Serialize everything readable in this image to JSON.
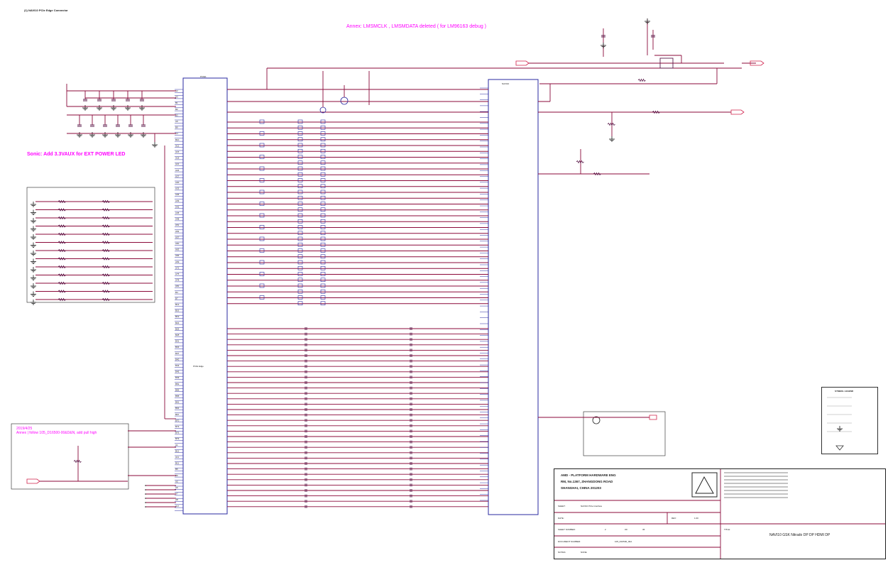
{
  "header": {
    "sheet_label": "(1) NAVI10 PCIe Edge Connector",
    "annotation_top": "Annex: LMSMCLK , LMSMDATA deleted ( for LM96163 debug )",
    "annotation_power": "Sonic: Add 3.3VAUX for EXT POWER LED",
    "annotation_pull_line1": "2019/4/25",
    "annotation_pull_line2": "Annex | follow 105_D16500-00&D&N, add pull high"
  },
  "title_block": {
    "company_line1": "AMD - PLATFORM HARDWARE ENG",
    "company_line2": "RM, No.1367, ZHANGDONG ROAD",
    "company_line3": "SHANGHAI, CHINA 201203",
    "sheet_field_label": "SHEET:",
    "sheet_field_value": "NAVI10 PCIe Interface",
    "date_label": "DATE:",
    "rev_label": "REV:",
    "rev_value": "1.00",
    "sheet_number_label": "SHEET NUMBER:",
    "sheet_number": "2",
    "of_label": "OF",
    "sheet_total": "36",
    "doc_label": "DOCUMENT NUMBER:",
    "doc_number": "105_D16500_00A",
    "notes_label": "NOTES:",
    "notes_value": "NONE",
    "title_label": "TITLE:",
    "title_value": "NAVI10 GSK Nitrado DP DP HDMI DP"
  },
  "legend": {
    "title": "SYMBOL LEGEND"
  },
  "connectors": {
    "left_main": "PCIE1",
    "left_mid_label": "PCIE Edge",
    "right_main": "NAVI10"
  },
  "colors": {
    "wire": "#8b0a3a",
    "component": "#5a1a4a",
    "connector_outline": "#2a2aa0",
    "annotation": "#ff00ff",
    "offpage": "#d0204a",
    "ground": "#303030",
    "text": "#202020"
  }
}
